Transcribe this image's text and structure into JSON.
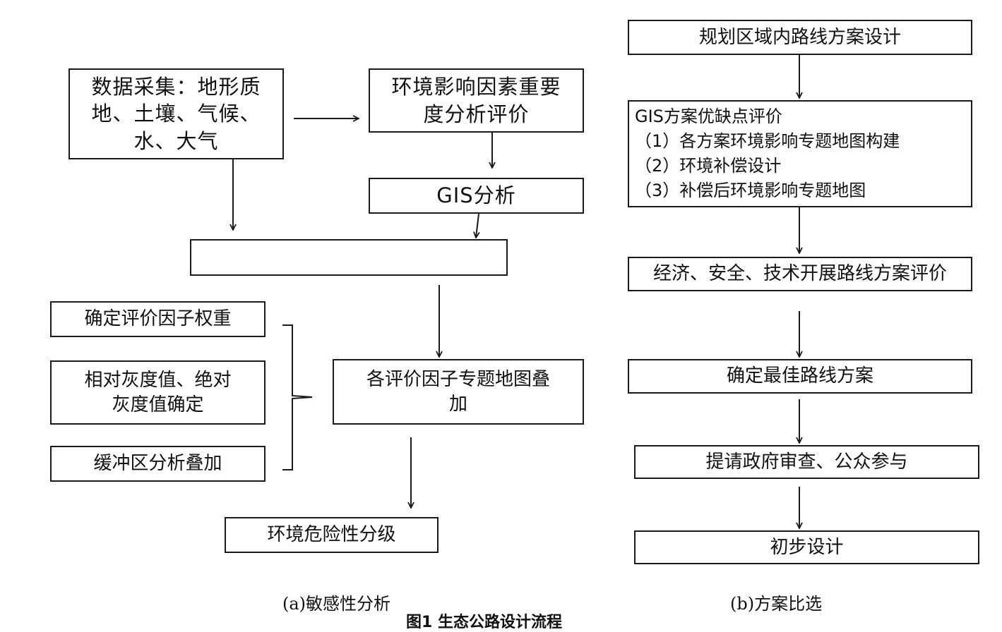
{
  "panel_a": {
    "data_collection": {
      "line1": "数据采集：地形质",
      "line2": "地、土壤、气候、",
      "line3": "水、大气"
    },
    "importance_eval": {
      "line1": "环境影响因素重要",
      "line2": "度分析评价"
    },
    "gis_analysis": "GIS分析",
    "blank_box": "",
    "weights": "确定评价因子权重",
    "gray_values": {
      "line1": "相对灰度值、绝对",
      "line2": "灰度值确定"
    },
    "buffer": "缓冲区分析叠加",
    "overlay": {
      "line1": "各评价因子专题地图叠",
      "line2": "加"
    },
    "hazard_grading": "环境危险性分级",
    "caption": "(a)敏感性分析"
  },
  "panel_b": {
    "route_design": "规划区域内路线方案设计",
    "gis_eval": {
      "title": "GIS方案优缺点评价",
      "item1": "（1）各方案环境影响专题地图构建",
      "item2": "（2）环境补偿设计",
      "item3": "（3）补偿后环境影响专题地图"
    },
    "econ_eval": "经济、安全、技术开展路线方案评价",
    "best_route": "确定最佳路线方案",
    "gov_review": "提请政府审查、公众参与",
    "prelim_design": "初步设计",
    "caption": "(b)方案比选"
  },
  "figure_title": "图1 生态公路设计流程"
}
